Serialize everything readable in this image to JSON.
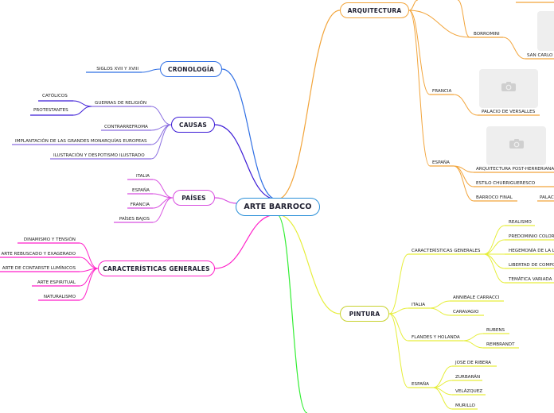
{
  "root": "ARTE BARROCO",
  "branches": {
    "cronologia": {
      "label": "CRONOLOGÍA",
      "items": [
        "SIGLOS XVII Y XVIII"
      ]
    },
    "causas": {
      "label": "CAUSAS",
      "guerras": "GUERRAS DE RELIGIÓN",
      "guerras_items": [
        "CATÓLICOS",
        "PROTESTANTES"
      ],
      "items": [
        "CONTRARREFROMA",
        "IMPLANTACIÓN DE LAS GRANDES MONARQUÍAS EUROPEAS",
        "ILUSTRACIÓN Y DESPOTISMO ILUSTRADO"
      ]
    },
    "paises": {
      "label": "PAÍSES",
      "items": [
        "ITALIA",
        "ESPAÑA",
        "FRANCIA",
        "PAÍSES BAJOS"
      ]
    },
    "caracteristicas": {
      "label": "CARACTERÍSTICAS GENERALES",
      "items": [
        "DINAMISMO Y TENSIÓN",
        "ARTE REBUSCADO Y EXAGERADO",
        "ARTE DE CONTARSTE LUMÍNICOS",
        "ARTE ESPIRITUAL",
        "NATURALISMO"
      ]
    },
    "arquitectura": {
      "label": "ARQUITECTURA",
      "borromini": "BORROMINI",
      "san_carlo": "SAN CARLO",
      "francia": "FRANCIA",
      "versalles": "PALACIO DE VERSALLES",
      "espana": "ESPAÑA",
      "espana_items": [
        "ARQUITECTURA POST-HERRERIANA",
        "ESTILO CHURRIGUERESCO",
        "BARROCO FINAL"
      ],
      "palac": "PALAC"
    },
    "pintura": {
      "label": "PINTURA",
      "generales": "CARACTERÍSTICAS GENERALES",
      "generales_items": [
        "REALISMO",
        "PREDOMINIO COLOR",
        "HEGEMONÍA DE LA L",
        "LIBERTAD DE COMPO",
        "TEMÁTICA VARIADA"
      ],
      "italia": "ITALIA",
      "italia_items": [
        "ANNIBALE CARRACCI",
        "CARAVAGIO"
      ],
      "flandes": "FLANDES Y HOLANDA",
      "flandes_items": [
        "RUBENS",
        "REMBRANDT"
      ],
      "espana": "ESPAÑA",
      "espana_items": [
        "JOSE DE RIBERA",
        "ZURBARÁN",
        "VELÁZQUEZ",
        "MURILLO"
      ]
    }
  },
  "colors": {
    "cronologia": "#2f6fe4",
    "causas": "#3b1ad6",
    "causas_sub": "#8a6ee0",
    "paises": "#d84fe0",
    "caracteristicas": "#ff1fc9",
    "arquitectura": "#f2a43a",
    "pintura": "#e6ee3a",
    "green": "#33ee33",
    "root_border": "#2a8fd8",
    "node_border": "#888888"
  }
}
